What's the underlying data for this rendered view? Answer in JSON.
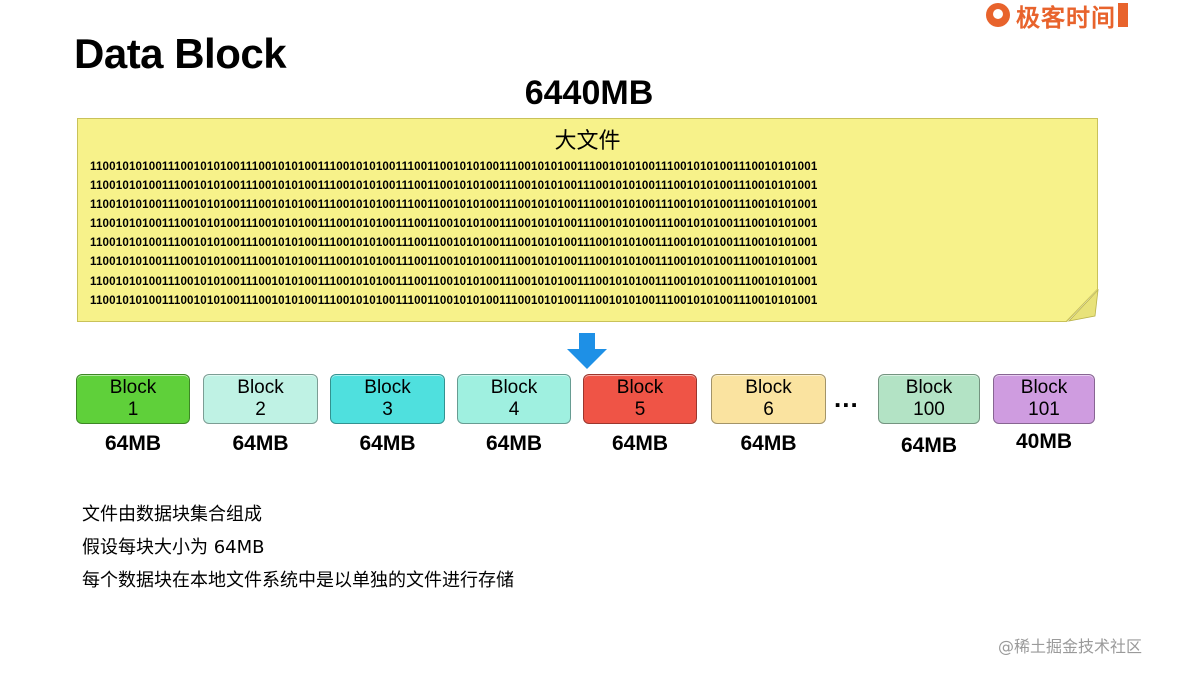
{
  "logo": {
    "text": "极客时间"
  },
  "title": "Data Block",
  "file": {
    "size": "6440MB",
    "name": "大文件",
    "bits_lines": [
      "1100101010011100101010011100101010011100101010011100110010101001110010101001110010101001110010101001110010101001",
      "1100101010011100101010011100101010011100101010011100110010101001110010101001110010101001110010101001110010101001",
      "1100101010011100101010011100101010011100101010011100110010101001110010101001110010101001110010101001110010101001",
      "1100101010011100101010011100101010011100101010011100110010101001110010101001110010101001110010101001110010101001",
      "1100101010011100101010011100101010011100101010011100110010101001110010101001110010101001110010101001110010101001",
      "1100101010011100101010011100101010011100101010011100110010101001110010101001110010101001110010101001110010101001",
      "1100101010011100101010011100101010011100101010011100110010101001110010101001110010101001110010101001110010101001",
      "1100101010011100101010011100101010011100101010011100110010101001110010101001110010101001110010101001110010101001"
    ]
  },
  "blocks": [
    {
      "label": "Block",
      "num": "1",
      "size": "64MB",
      "color": "#5fd03a"
    },
    {
      "label": "Block",
      "num": "2",
      "size": "64MB",
      "color": "#bff2e4"
    },
    {
      "label": "Block",
      "num": "3",
      "size": "64MB",
      "color": "#4fe0de"
    },
    {
      "label": "Block",
      "num": "4",
      "size": "64MB",
      "color": "#9ff0e0"
    },
    {
      "label": "Block",
      "num": "5",
      "size": "64MB",
      "color": "#ef5446"
    },
    {
      "label": "Block",
      "num": "6",
      "size": "64MB",
      "color": "#fae3a0"
    },
    {
      "label": "Block",
      "num": "100",
      "size": "64MB",
      "color": "#b3e3c5"
    },
    {
      "label": "Block",
      "num": "101",
      "size": "40MB",
      "color": "#cf9ce0"
    }
  ],
  "ellipsis": "...",
  "bullets": [
    "文件由数据块集合组成",
    "假设每块大小为 64MB",
    "每个数据块在本地文件系统中是以单独的文件进行存储"
  ],
  "watermark": "@稀土掘金技术社区",
  "arrow_color": "#1e90e6"
}
